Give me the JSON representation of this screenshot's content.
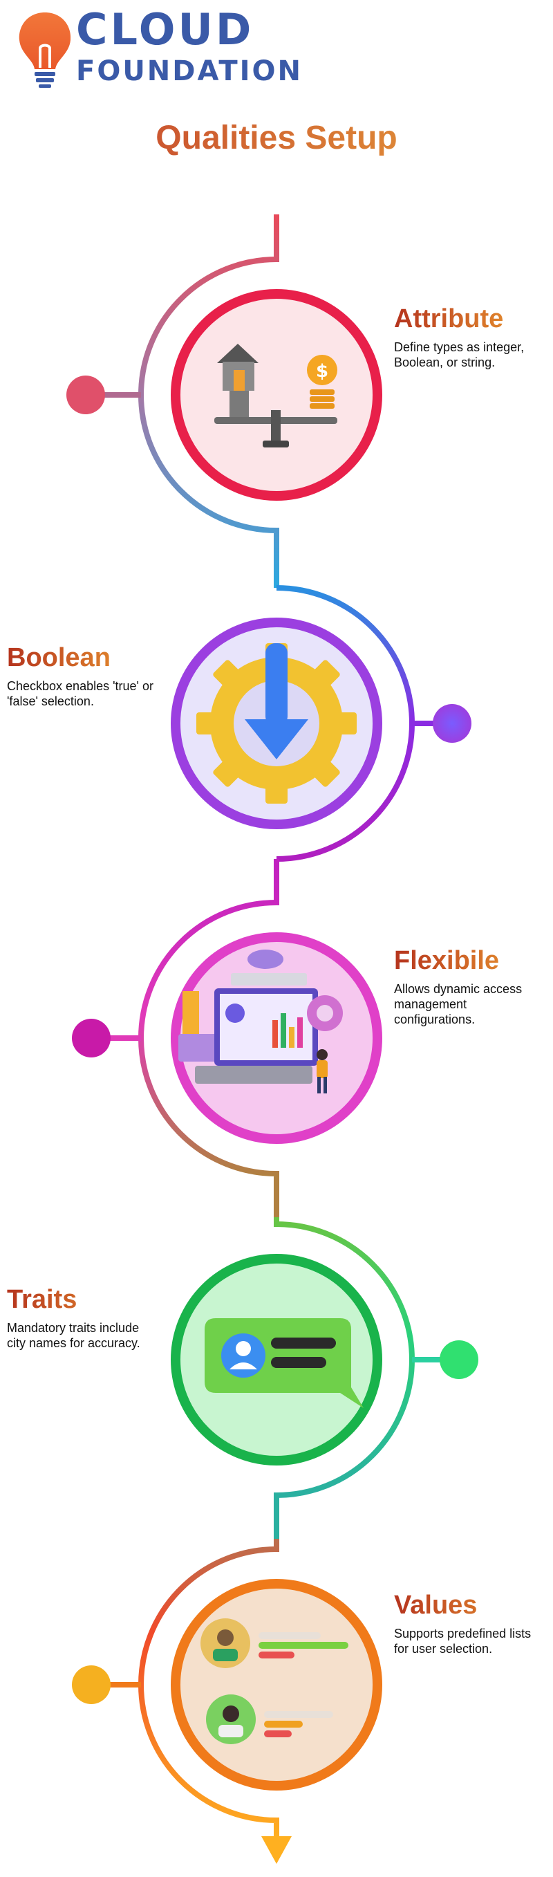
{
  "logo": {
    "line1": "CLOUD",
    "line2": "FOUNDATION"
  },
  "title": "Qualities Setup",
  "steps": [
    {
      "heading": "Attribute",
      "text": "Define types as integer, Boolean, or string."
    },
    {
      "heading": "Boolean",
      "text": "Checkbox enables 'true' or 'false' selection."
    },
    {
      "heading": "Flexibile",
      "text": "Allows dynamic access management configurations."
    },
    {
      "heading": "Traits",
      "text": "Mandatory traits include city names for accuracy."
    },
    {
      "heading": "Values",
      "text": "Supports predefined lists for user selection."
    }
  ],
  "colors": {
    "step1": "#e8204a",
    "step2": "#9b3fe0",
    "step3": "#e040c8",
    "step4": "#19b34b",
    "step5": "#f07a1a",
    "logo": "#3a5aa8"
  }
}
